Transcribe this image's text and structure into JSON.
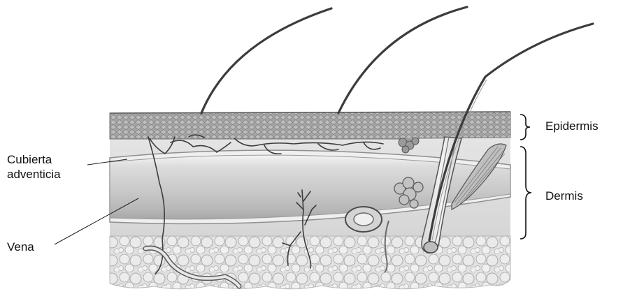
{
  "labels": {
    "adventitia_line1": "Cubierta",
    "adventitia_line2": "adventicia",
    "vein": "Vena",
    "epidermis": "Epidermis",
    "dermis": "Dermis"
  }
}
